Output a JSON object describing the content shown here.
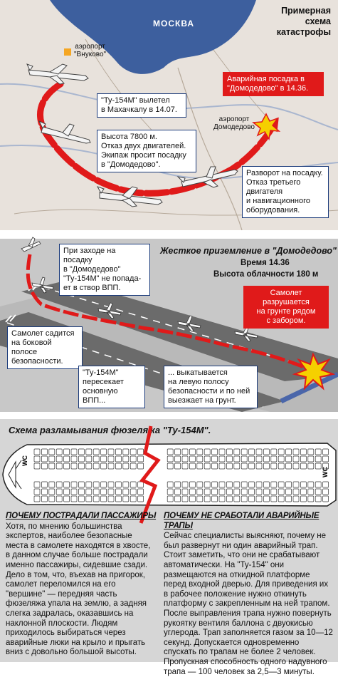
{
  "map_panel": {
    "city_label": "МОСКВА",
    "title": "Примерная\nсхема\nкатастрофы",
    "airport_vnukovo": "аэропорт\n\"Внуково\"",
    "airport_domodedovo": "аэропорт\nДомодедово",
    "callout_departure": "\"Ту-154М\" вылетел\nв Махачкалу в 14.07.",
    "callout_altitude": "Высота 7800 м.\nОтказ двух двигателей.\nЭкипаж просит посадку\nв \"Домодедово\".",
    "callout_emergency": "Аварийная посадка в\n\"Домодедово\" в 14.36.",
    "callout_turn": "Разворот на посадку.\nОтказ третьего\nдвигателя\nи навигационного\nоборудования."
  },
  "landing_panel": {
    "title": "Жесткое приземление в \"Домодедово\"",
    "time": "Время 14.36",
    "cloud": "Высота облачности 180 м",
    "callout_approach": "При заходе на посадку\nв \"Домодедово\"\n\"Ту-154М\" не попада-\nет в створ ВПП.",
    "callout_destroyed": "Самолет разрушается\nна грунте рядом\nс забором.",
    "callout_side_strip": "Самолет садится\nна боковой полосе\nбезопасности.",
    "callout_crosses": "\"Ту-154М\"\nпересекает\nосновную ВПП...",
    "callout_rolls": "... выкатывается\nна левую полосу\nбезопасности и по ней\nвыезжает на грунт."
  },
  "fuselage_panel": {
    "title": "Схема разламывания фюзеляжа \"Ту-154М\".",
    "wc_label": "WC",
    "why_passengers_heading": "ПОЧЕМУ ПОСТРАДАЛИ ПАССАЖИРЫ",
    "why_passengers_text": "Хотя, по мнению большинства экспертов, наиболее безопасные места в самолете находятся в хвосте, в данном случае больше пострадали именно пассажиры, сидевшие сзади. Дело в том, что, въехав на пригорок, самолет переломился на его \"вершине\" — передняя часть фюзеляжа упала на землю, а задняя слегка задралась, оказавшись на наклонной плоскости. Людям приходилось выбираться через аварийные люки на крыло и прыгать вниз с довольно большой высоты.",
    "why_ramps_heading": "ПОЧЕМУ НЕ СРАБОТАЛИ АВАРИЙНЫЕ ТРАПЫ",
    "why_ramps_text": "Сейчас специалисты выясняют, почему не был развернут ни один аварийный трап. Стоит заметить, что они не срабатывают автоматически. На \"Ту-154\" они размещаются на откидной платформе перед входной дверью. Для приведения их в рабочее положение нужно откинуть платформу с закрепленным на ней трапом. После выправления трапа нужно повернуть рукоятку вентиля баллона с двуокисью углерода. Трап заполняется газом за 10—12 секунд. Допускается одновременно спускать по трапам не более 2 человек. Пропускная способность одного надувного трапа — 100 человек за 2,5—3 минуты."
  },
  "colors": {
    "map_land": "#e8e2dc",
    "water": "#3d5f9e",
    "arrow_red": "#e01a1a",
    "callout_border": "#1a3a7a",
    "runway": "#6b6b6b",
    "panel2_bg": "#c8c8c8",
    "seat_outline": "#333333"
  }
}
